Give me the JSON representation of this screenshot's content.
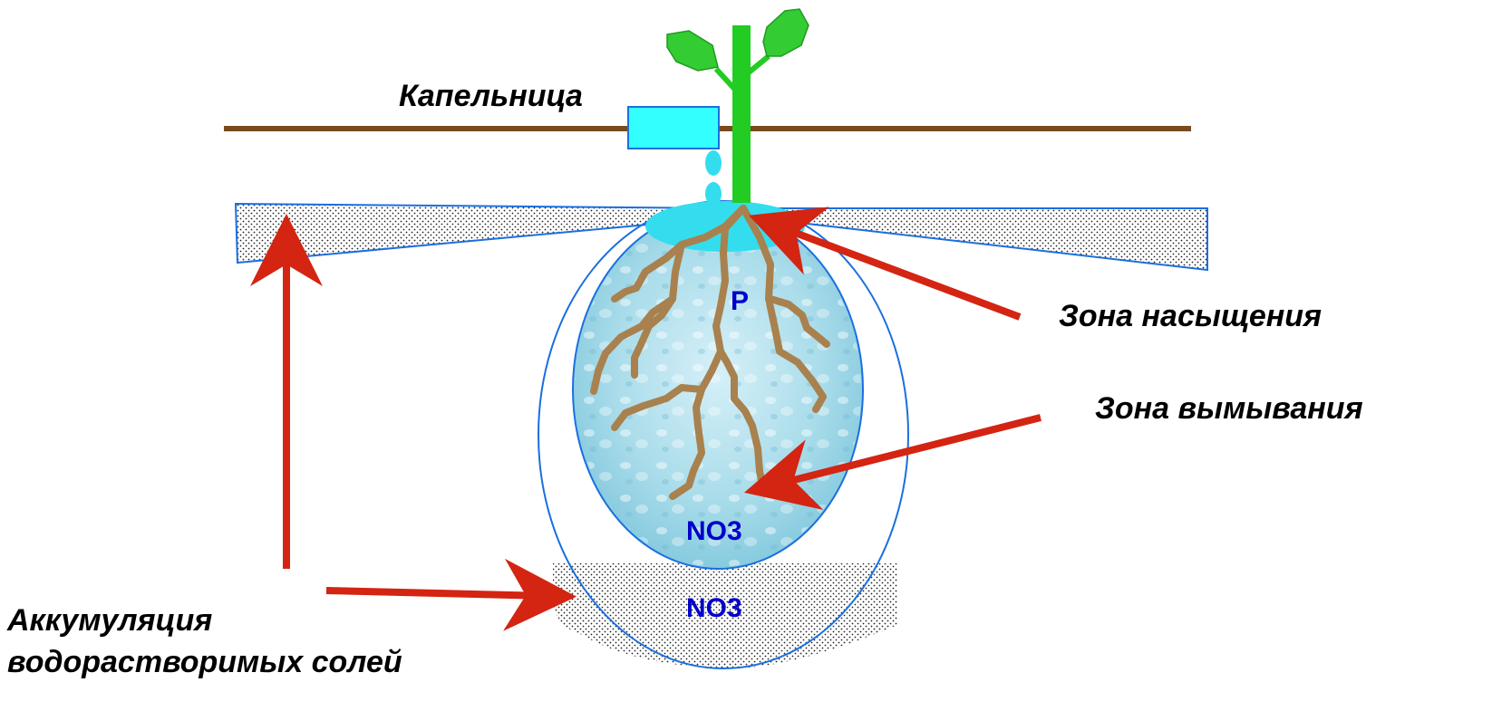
{
  "labels": {
    "dripper": "Капельница",
    "saturation_zone": "Зона насыщения",
    "leaching_zone": "Зона вымывания",
    "accumulation_line1": "Аккумуляция",
    "accumulation_line2": "водорастворимых солей"
  },
  "chem": {
    "phosphorus": "P",
    "nitrate_inner": "NO3",
    "nitrate_bottom": "NO3"
  },
  "colors": {
    "pipe": "#7a4a1e",
    "stem": "#22cc22",
    "leaf": "#33cc33",
    "dripper": "#33ffff",
    "water": "#a9dcea",
    "root": "#a8814e",
    "arrow": "#d42412",
    "outline": "#1a6fe0",
    "chem_text": "#0000cc"
  }
}
